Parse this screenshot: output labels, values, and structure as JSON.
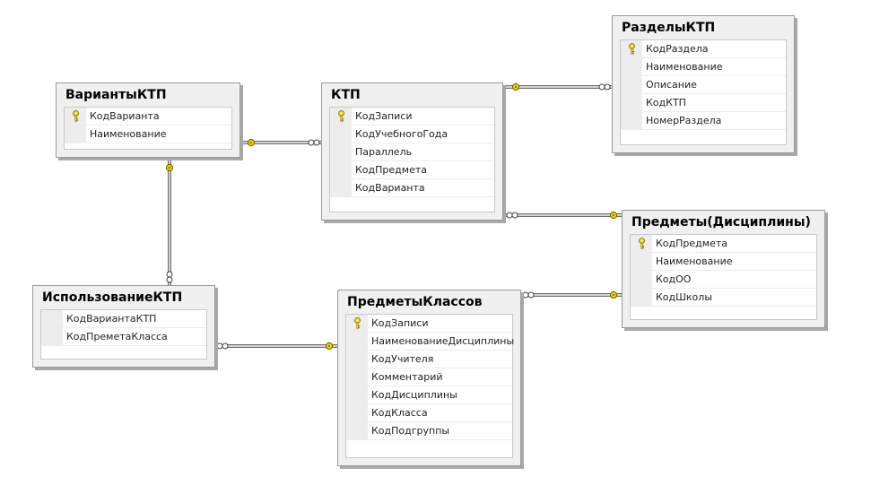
{
  "tables": [
    {
      "id": "variants",
      "title": "ВариантыКТП",
      "fields": [
        {
          "name": "КодВарианта",
          "pk": true
        },
        {
          "name": "Наименование",
          "pk": false
        }
      ]
    },
    {
      "id": "ktp",
      "title": "КТП",
      "fields": [
        {
          "name": "КодЗаписи",
          "pk": true
        },
        {
          "name": "КодУчебногоГода",
          "pk": false
        },
        {
          "name": "Параллель",
          "pk": false
        },
        {
          "name": "КодПредмета",
          "pk": false
        },
        {
          "name": "КодВарианта",
          "pk": false
        }
      ]
    },
    {
      "id": "sections",
      "title": "РазделыКТП",
      "fields": [
        {
          "name": "КодРаздела",
          "pk": true
        },
        {
          "name": "Наименование",
          "pk": false
        },
        {
          "name": "Описание",
          "pk": false
        },
        {
          "name": "КодКТП",
          "pk": false
        },
        {
          "name": "НомерРаздела",
          "pk": false
        }
      ]
    },
    {
      "id": "subjects",
      "title": "Предметы(Дисциплины)",
      "fields": [
        {
          "name": "КодПредмета",
          "pk": true
        },
        {
          "name": "Наименование",
          "pk": false
        },
        {
          "name": "КодОО",
          "pk": false
        },
        {
          "name": "КодШколы",
          "pk": false
        }
      ]
    },
    {
      "id": "usage",
      "title": "ИспользованиеКТП",
      "fields": [
        {
          "name": "КодВариантаКТП",
          "pk": false
        },
        {
          "name": "КодПреметаКласса",
          "pk": false
        }
      ]
    },
    {
      "id": "class-subjects",
      "title": "ПредметыКлассов",
      "fields": [
        {
          "name": "КодЗаписи",
          "pk": true
        },
        {
          "name": "НаименованиеДисциплины",
          "pk": false
        },
        {
          "name": "КодУчителя",
          "pk": false
        },
        {
          "name": "Комментарий",
          "pk": false
        },
        {
          "name": "КодДисциплины",
          "pk": false
        },
        {
          "name": "КодКласса",
          "pk": false
        },
        {
          "name": "КодПодгруппы",
          "pk": false
        }
      ]
    }
  ],
  "relationships": [
    {
      "from": "variants",
      "to": "ktp"
    },
    {
      "from": "ktp",
      "to": "sections"
    },
    {
      "from": "subjects",
      "to": "ktp"
    },
    {
      "from": "variants",
      "to": "usage"
    },
    {
      "from": "class-subjects",
      "to": "usage"
    },
    {
      "from": "subjects",
      "to": "class-subjects"
    }
  ],
  "colors": {
    "key_icon": "#e8d400",
    "line": "#8c8c8c",
    "panel": "#f0f0f0"
  }
}
